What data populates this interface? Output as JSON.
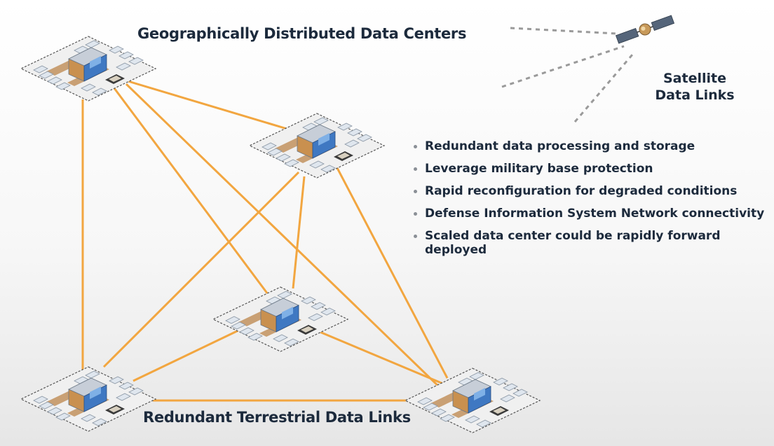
{
  "title_top": "Geographically Distributed Data Centers",
  "title_bottom": "Redundant Terrestrial Data Links",
  "satellite_label": [
    "Satellite",
    "Data Links"
  ],
  "bullets": [
    "Redundant data processing and storage",
    "Leverage military base protection",
    "Rapid reconfiguration for degraded conditions",
    "Defense Information System Network connectivity",
    "Scaled data center could be rapidly forward deployed"
  ],
  "colors": {
    "link_line": "#f2a640",
    "satellite_link": "#9a9a9a",
    "text": "#1c2a3c"
  },
  "icons": [
    "data-center-icon",
    "satellite-icon"
  ]
}
